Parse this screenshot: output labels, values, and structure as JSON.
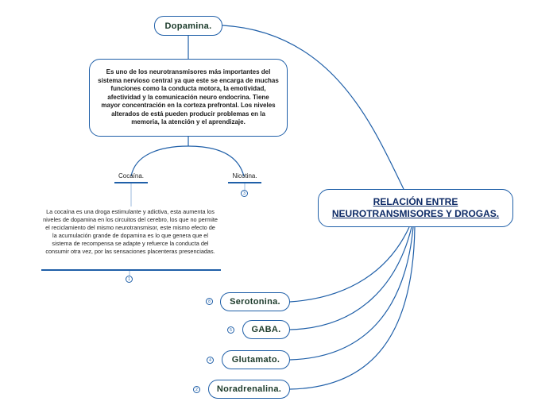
{
  "central": {
    "line1": "RELACIÓN ENTRE ",
    "line2": "NEUROTRANSMISORES Y DROGAS."
  },
  "dopamina": {
    "title": "Dopamina.",
    "description": "Es uno de los neurotransmisores más importantes del sistema nervioso central ya que este se encarga de muchas funciones como la conducta motora, la emotividad, afectividad y la comunicación neuro endocrina. Tiene mayor concentración en la corteza prefrontal. Los niveles alterados de está pueden producir problemas en la memoria, la atención y el aprendizaje.",
    "cocaina": {
      "label": "Cocaína.",
      "text": "La cocaína es una droga estimulante y adictiva, esta aumenta los niveles de dopamina en los circuitos del cerebro, los que no permite el reciclamiento del mismo neurotransmisor, este mismo efecto de la acumulación grande de dopamina es lo que genera que el sistema de recompensa se adapte y refuerce la conducta del consumir otra vez, por las sensaciones placenteras presenciadas.",
      "badge": "1"
    },
    "nicotina": {
      "label": "Nicotina.",
      "badge": "3"
    }
  },
  "branches": [
    {
      "label": "Serotonina.",
      "badge": "8"
    },
    {
      "label": "GABA.",
      "badge": "5"
    },
    {
      "label": "Glutamato.",
      "badge": "4"
    },
    {
      "label": "Noradrenalina.",
      "badge": "2"
    }
  ],
  "colors": {
    "line": "#1f5fa8",
    "central_text": "#0d2a66",
    "node_text": "#1b3a2a"
  }
}
